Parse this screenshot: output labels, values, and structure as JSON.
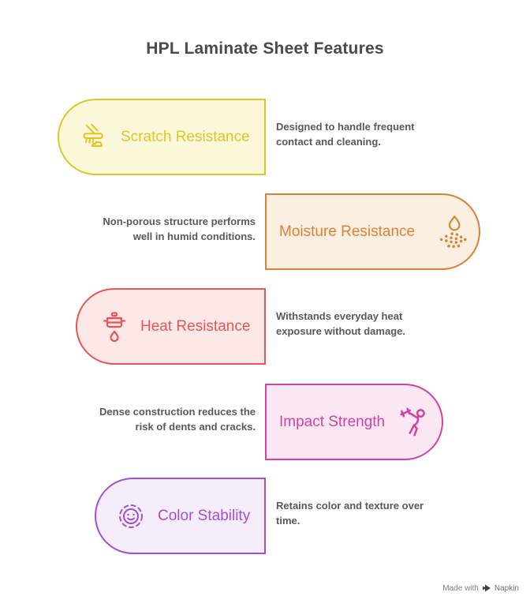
{
  "title": "HPL Laminate Sheet Features",
  "rows": [
    {
      "label": "Scratch Resistance",
      "description": "Designed to handle frequent contact and cleaning.",
      "icon": "scratch-brush-icon",
      "side": "left",
      "colors": {
        "main": "#e0c528",
        "bg": "#fbf8da"
      }
    },
    {
      "label": "Moisture Resistance",
      "description": "Non-porous structure performs well in humid conditions.",
      "icon": "water-spray-icon",
      "side": "right",
      "colors": {
        "main": "#d98236",
        "bg": "#fbefe2"
      }
    },
    {
      "label": "Heat Resistance",
      "description": "Withstands everyday heat exposure without damage.",
      "icon": "pot-on-flame-icon",
      "side": "left",
      "colors": {
        "main": "#e85555",
        "bg": "#fce9e7"
      }
    },
    {
      "label": "Impact Strength",
      "description": "Dense construction reduces the risk of dents and cracks.",
      "icon": "person-dumbbell-icon",
      "side": "right",
      "colors": {
        "main": "#d043a0",
        "bg": "#fae7f3"
      }
    },
    {
      "label": "Color Stability",
      "description": "Retains color and texture over time.",
      "icon": "smiley-dashed-circle-icon",
      "side": "left",
      "colors": {
        "main": "#a04fd5",
        "bg": "#f6edfb"
      }
    }
  ],
  "text_colors": {
    "title": "#4a4a4c",
    "description": "#58595b",
    "watermark": "#7e7e80"
  },
  "watermark": {
    "prefix": "Made with",
    "brand": "Napkin",
    "icon": "napkin-logo-icon"
  }
}
